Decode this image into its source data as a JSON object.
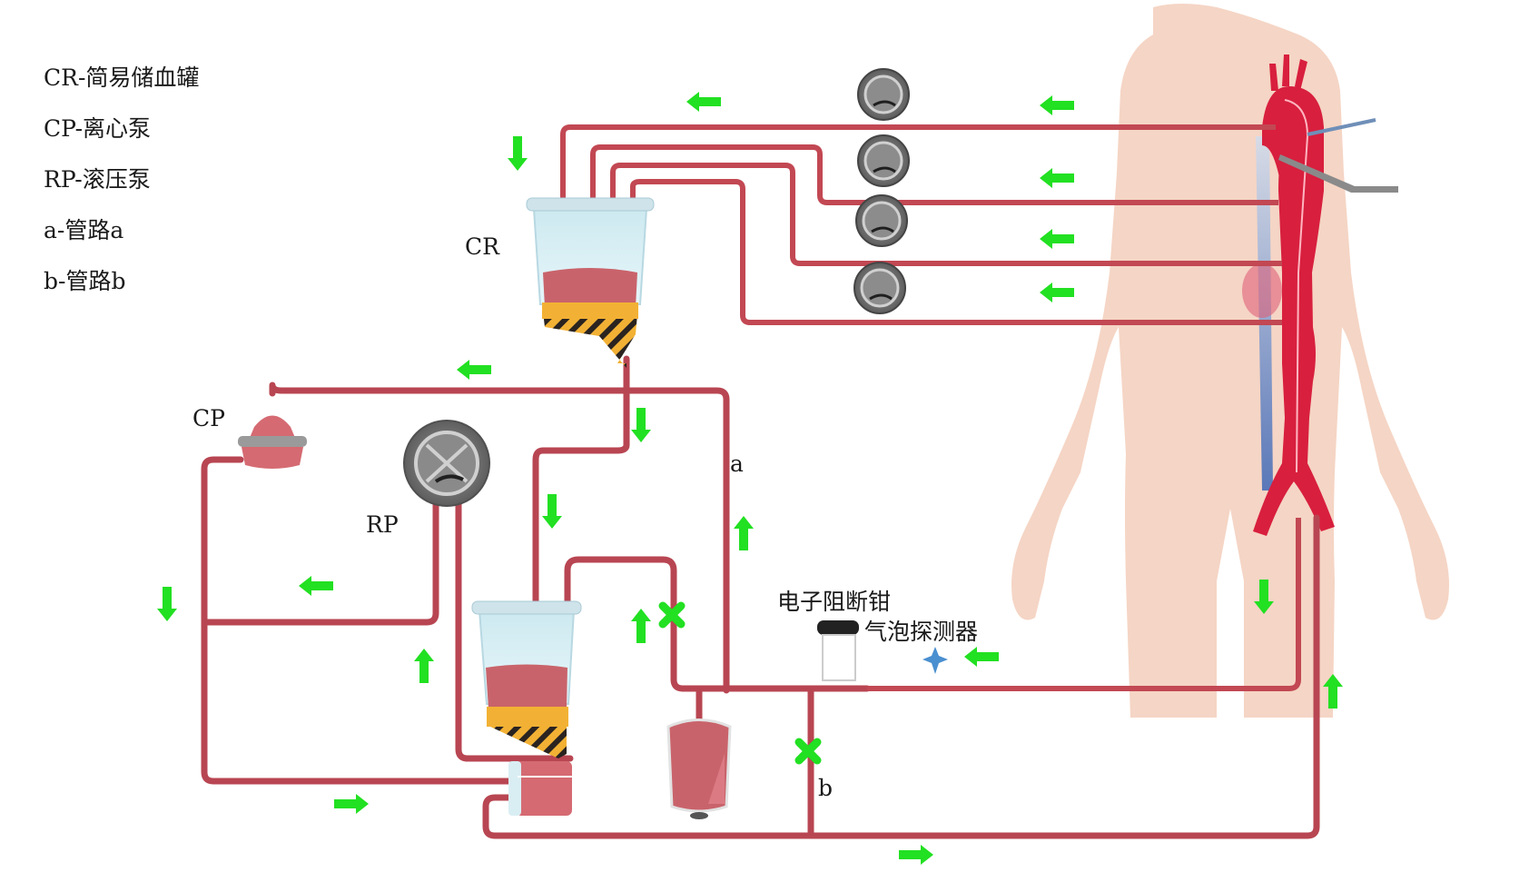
{
  "legend": [
    {
      "abbr": "CR",
      "text": "CR-简易储血罐"
    },
    {
      "abbr": "CP",
      "text": "CP-离心泵"
    },
    {
      "abbr": "RP",
      "text": "RP-滚压泵"
    },
    {
      "abbr": "a",
      "text": "a-管路a"
    },
    {
      "abbr": "b",
      "text": "b-管路b"
    }
  ],
  "labels": {
    "cr": "CR",
    "cp": "CP",
    "rp": "RP",
    "line_a": "a",
    "line_b": "b",
    "clamp": "电子阻断钳",
    "bubble_detector": "气泡探测器"
  },
  "components": {
    "perfusion_roller_pumps": 4,
    "perfusion_lines_to_body": 4,
    "reservoirs": 2,
    "closed_clamps": 2
  },
  "colors": {
    "tubing": "#b84652",
    "flow_arrow": "#22e022",
    "skin": "#f5d5c5",
    "artery": "#d81f3e",
    "vein": "#5a78b8",
    "blood": "#c9636b",
    "filter": "#f2b134",
    "bubble_marker": "#4a8fd0"
  }
}
